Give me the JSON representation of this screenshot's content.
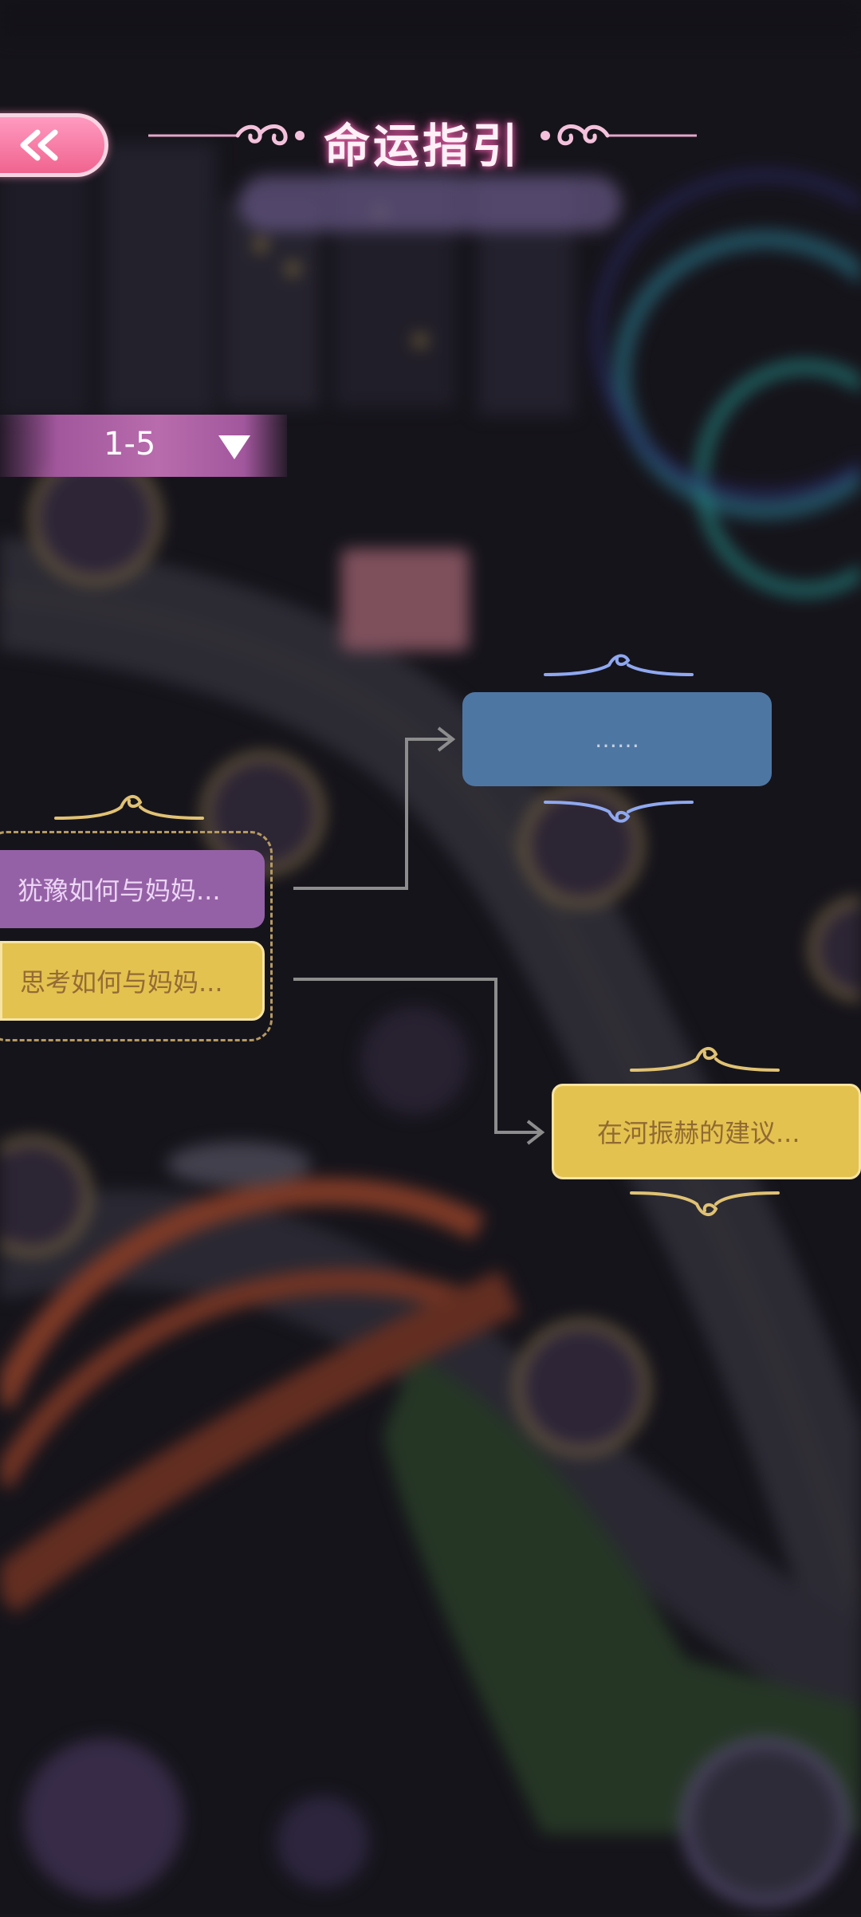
{
  "header": {
    "title": "命运指引"
  },
  "chapter_select": {
    "value": "1-5"
  },
  "nodes": {
    "blue_label": "……",
    "purple_label": "犹豫如何与妈妈...",
    "yellow1_label": "思考如何与妈妈...",
    "yellow2_label": "在河振赫的建议..."
  },
  "colors": {
    "accent_pink": "#f0648f",
    "node_blue": "#4e76a3",
    "node_purple": "#9561a6",
    "node_yellow": "#e4c24f"
  },
  "icons": [
    "double-chevron-left-icon",
    "triangle-down-icon",
    "swirl-ornament-icon",
    "arrow-connector-icon"
  ]
}
